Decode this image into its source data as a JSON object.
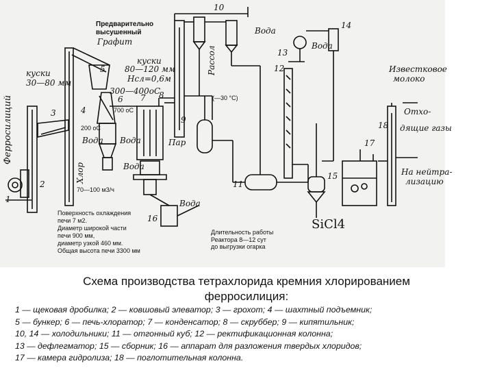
{
  "diagram": {
    "top_note_line1": "Предварительно",
    "top_note_line2": "высушенный",
    "graphite": "Графит",
    "ferrosilicon": "Ферросилиций",
    "lumps_left_1": "куски",
    "lumps_left_2": "30—80 мм",
    "lumps_mid_1": "куски",
    "lumps_mid_2": "80—120 мм",
    "height_1": "Нсл=0,6м",
    "temp_300": "300—400оС",
    "temp_700": "700 оС",
    "temp_200": "200 оС",
    "water_1": "Вода",
    "water_2": "Вода",
    "water_3": "Вода",
    "water_4": "Вода",
    "water_5": "Вода",
    "water_6": "Вода",
    "brine": "Рассол",
    "minus30": "(—30 °С)",
    "steam": "Пар",
    "chlorine": "Хлор",
    "flow": "70—100 м3/ч",
    "lime_milk_1": "Известковое",
    "lime_milk_2": "молоко",
    "waste_gas_1": "Отхо-",
    "waste_gas_2": "дящие газы",
    "neutral_1": "На нейтра-",
    "neutral_2": "лизацию",
    "product": "SiCl4",
    "cooling_1": "Поверхность охлаждения",
    "cooling_2": "печи 7 м2.",
    "cooling_3": "Диаметр широкой части",
    "cooling_4": "печи 900 мм,",
    "cooling_5": "диаметр узкой 460 мм.",
    "cooling_6": "Общая высота печи 3300 мм",
    "duration_1": "Длительность работы",
    "duration_2": "Реактора 8—12 сут",
    "duration_3": "до выгрузки огарка",
    "numbers": [
      "1",
      "2",
      "3",
      "4",
      "5",
      "6",
      "7",
      "8",
      "9",
      "10",
      "11",
      "12",
      "13",
      "14",
      "15",
      "16",
      "17",
      "18"
    ]
  },
  "caption": {
    "title_line1": "Схема производства тетрахлорида кремния хлорированием",
    "title_line2": "ферросилиция:"
  },
  "legend": [
    "1 — щековая дробилка; 2 — ковшовый элеватор; 3 — грохот; 4 — шахтный подъемник;",
    "5 — бункер; 6 — печь-хлоратор; 7 — конденсатор; 8 — скруббер; 9 — кипятильник;",
    "10, 14 — холодильники; 11 — отгонный куб; 12 — ректификационная колонна;",
    "13 — дефлегматор; 15 — сборник; 16 — аппарат для разложения твердых хлоридов;",
    "17 — камера гидролиза; 18 — поглотительная колонна."
  ]
}
